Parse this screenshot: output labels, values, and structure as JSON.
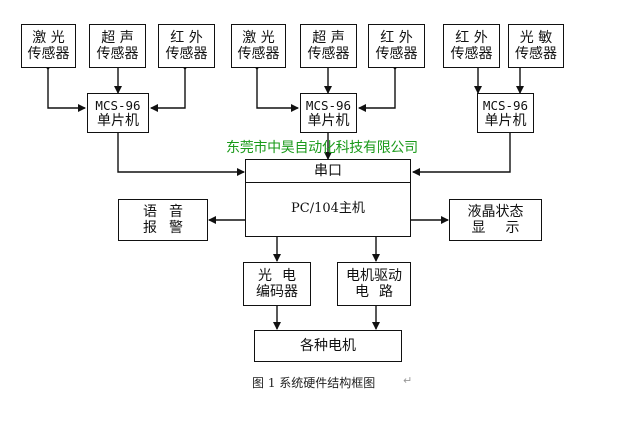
{
  "sensors": {
    "laser_1": {
      "line1": "激 光",
      "line2": "传感器"
    },
    "ultra_1": {
      "line1": "超 声",
      "line2": "传感器"
    },
    "ir_1": {
      "line1": "红 外",
      "line2": "传感器"
    },
    "laser_2": {
      "line1": "激 光",
      "line2": "传感器"
    },
    "ultra_2": {
      "line1": "超 声",
      "line2": "传感器"
    },
    "ir_2": {
      "line1": "红 外",
      "line2": "传感器"
    },
    "ir_3": {
      "line1": "红 外",
      "line2": "传感器"
    },
    "photo_3": {
      "line1": "光 敏",
      "line2": "传感器"
    }
  },
  "mcu": {
    "left": {
      "line1": "MCS-96",
      "line2": "单片机"
    },
    "middle": {
      "line1": "MCS-96",
      "line2": "单片机"
    },
    "right": {
      "line1": "MCS-96",
      "line2": "单片机"
    }
  },
  "watermark": "东莞市中昊自动化科技有限公司",
  "pc": {
    "serial_port": "串口",
    "host": "PC/104主机"
  },
  "voice_alarm": {
    "line1": "语音",
    "line2": "报警"
  },
  "lcd_display": {
    "line1": "液晶状态",
    "line2": "显示"
  },
  "encoder": {
    "line1": "光电",
    "line2": "编码器"
  },
  "motor_drive": {
    "line1": "电机驱动",
    "line2": "电路"
  },
  "motors": {
    "label": "各种电机"
  },
  "caption": "图 1    系统硬件结构框图",
  "caption_return_mark": "↵"
}
